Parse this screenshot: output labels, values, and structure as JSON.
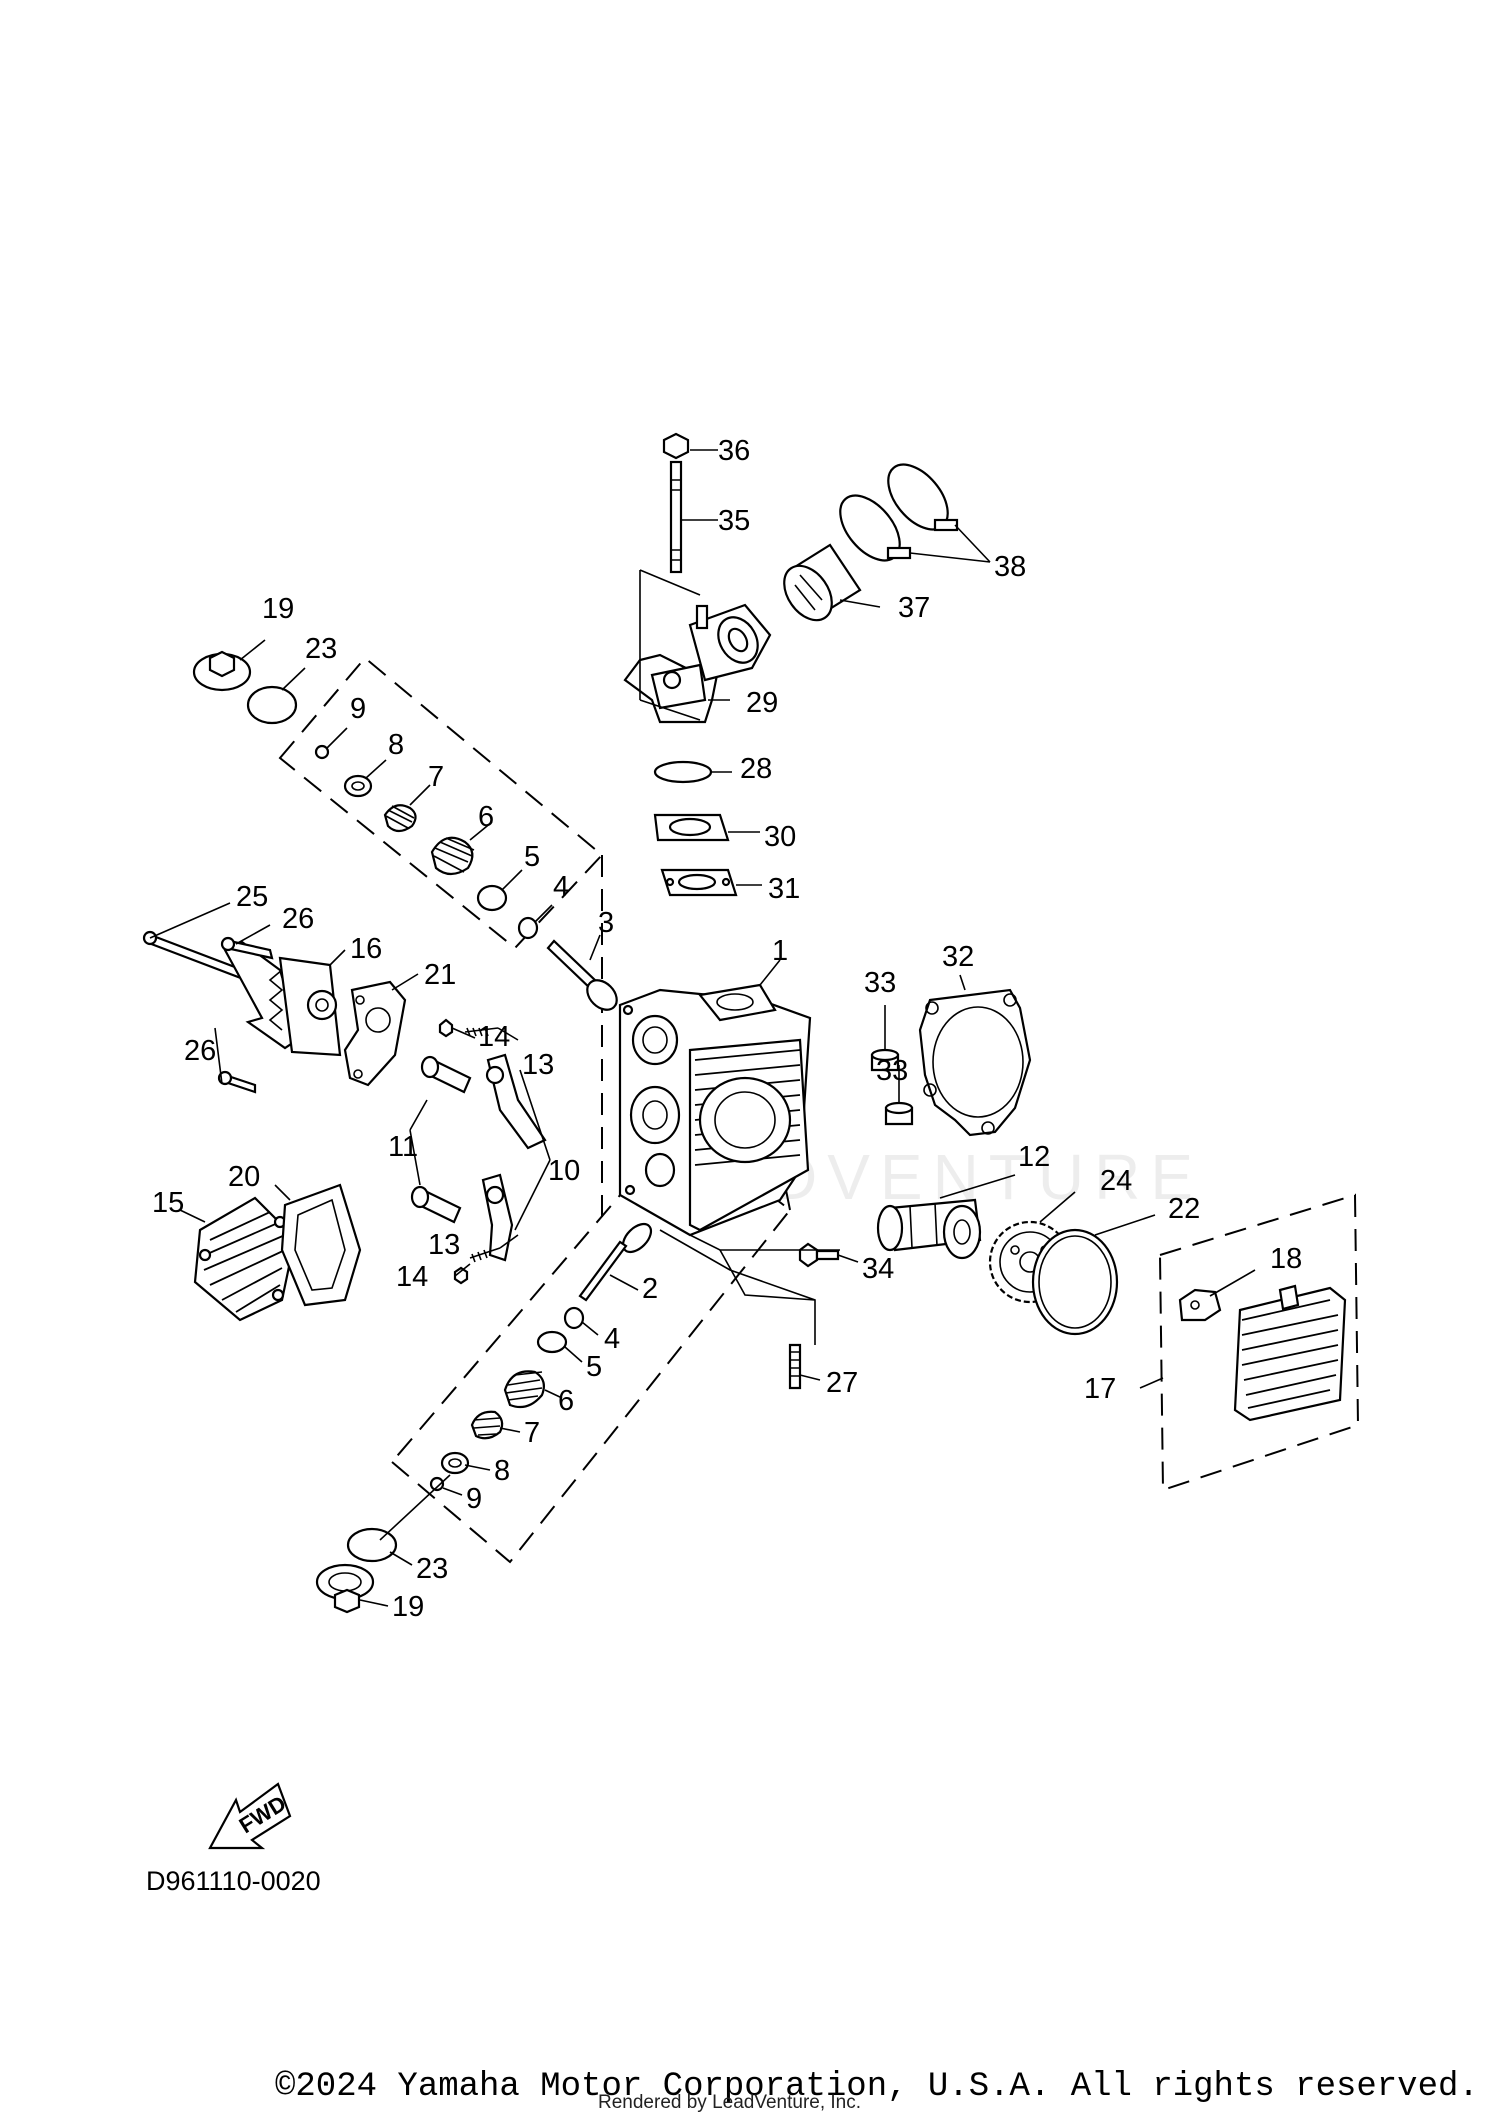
{
  "diagram": {
    "code": "D961110-0020",
    "fwd_label": "FWD",
    "copyright": "©2024 Yamaha Motor Corporation, U.S.A. All rights reserved.",
    "rendered_by": "Rendered by LeadVenture, Inc.",
    "watermark": "LEADVENTURE",
    "callouts": [
      {
        "id": "c36",
        "label": "36"
      },
      {
        "id": "c35",
        "label": "35"
      },
      {
        "id": "c38",
        "label": "38"
      },
      {
        "id": "c37",
        "label": "37"
      },
      {
        "id": "c19a",
        "label": "19"
      },
      {
        "id": "c23a",
        "label": "23"
      },
      {
        "id": "c9a",
        "label": "9"
      },
      {
        "id": "c8a",
        "label": "8"
      },
      {
        "id": "c7a",
        "label": "7"
      },
      {
        "id": "c6a",
        "label": "6"
      },
      {
        "id": "c5a",
        "label": "5"
      },
      {
        "id": "c4a",
        "label": "4"
      },
      {
        "id": "c3",
        "label": "3"
      },
      {
        "id": "c29",
        "label": "29"
      },
      {
        "id": "c28",
        "label": "28"
      },
      {
        "id": "c30",
        "label": "30"
      },
      {
        "id": "c31",
        "label": "31"
      },
      {
        "id": "c25",
        "label": "25"
      },
      {
        "id": "c26a",
        "label": "26"
      },
      {
        "id": "c16",
        "label": "16"
      },
      {
        "id": "c21",
        "label": "21"
      },
      {
        "id": "c26b",
        "label": "26"
      },
      {
        "id": "c1",
        "label": "1"
      },
      {
        "id": "c33a",
        "label": "33"
      },
      {
        "id": "c32",
        "label": "32"
      },
      {
        "id": "c33b",
        "label": "33"
      },
      {
        "id": "c14a",
        "label": "14"
      },
      {
        "id": "c13a",
        "label": "13"
      },
      {
        "id": "c11",
        "label": "11"
      },
      {
        "id": "c10",
        "label": "10"
      },
      {
        "id": "c12",
        "label": "12"
      },
      {
        "id": "c24",
        "label": "24"
      },
      {
        "id": "c22",
        "label": "22"
      },
      {
        "id": "c20",
        "label": "20"
      },
      {
        "id": "c15",
        "label": "15"
      },
      {
        "id": "c13b",
        "label": "13"
      },
      {
        "id": "c14b",
        "label": "14"
      },
      {
        "id": "c34",
        "label": "34"
      },
      {
        "id": "c18",
        "label": "18"
      },
      {
        "id": "c2",
        "label": "2"
      },
      {
        "id": "c4b",
        "label": "4"
      },
      {
        "id": "c5b",
        "label": "5"
      },
      {
        "id": "c6b",
        "label": "6"
      },
      {
        "id": "c27",
        "label": "27"
      },
      {
        "id": "c17",
        "label": "17"
      },
      {
        "id": "c7b",
        "label": "7"
      },
      {
        "id": "c8b",
        "label": "8"
      },
      {
        "id": "c9b",
        "label": "9"
      },
      {
        "id": "c23b",
        "label": "23"
      },
      {
        "id": "c19b",
        "label": "19"
      }
    ]
  }
}
